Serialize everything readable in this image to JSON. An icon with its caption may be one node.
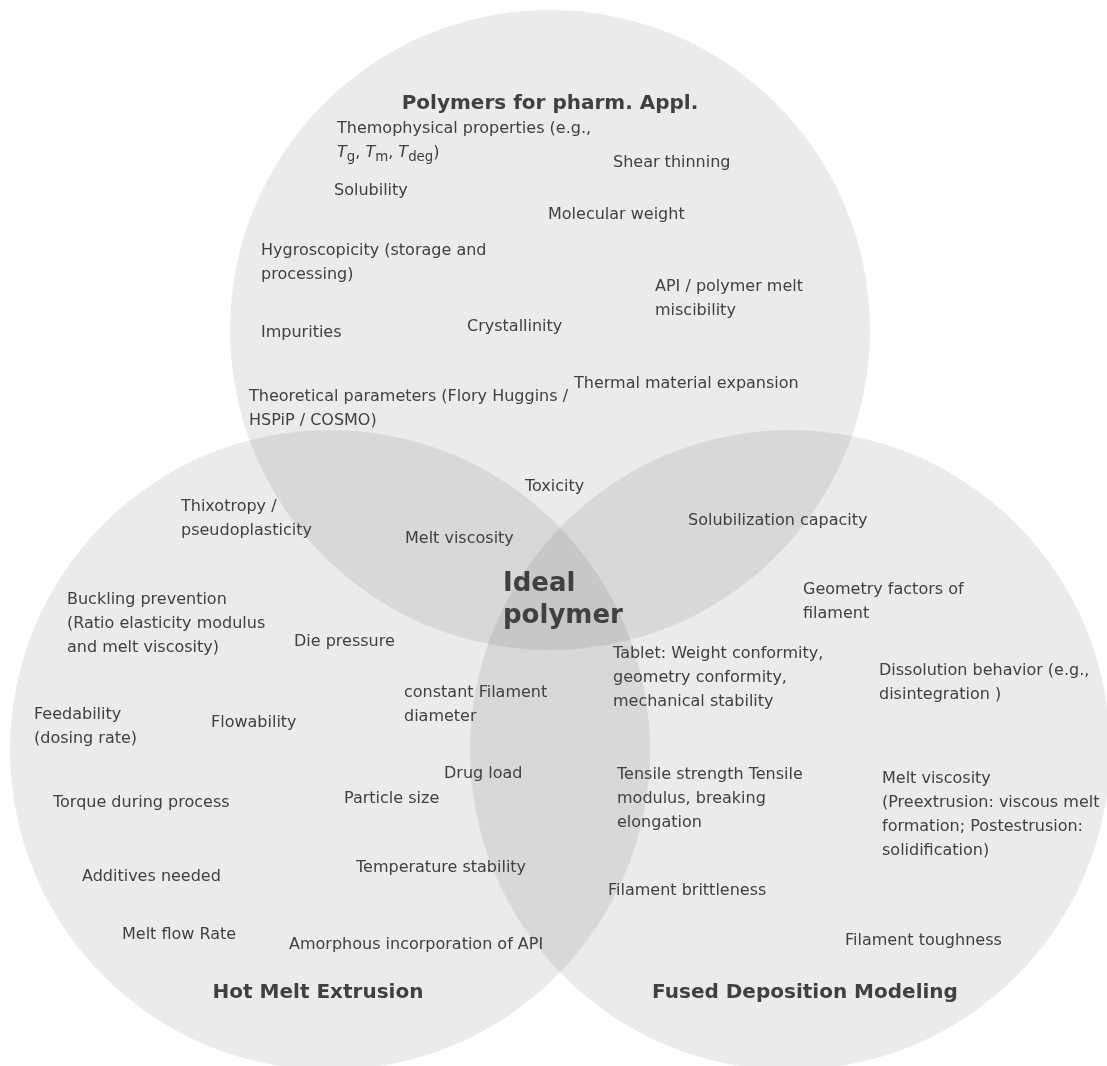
{
  "diagram": {
    "nodes": [
      {
        "text": [
          "Polymers for pharm. Appl."
        ]
      },
      {
        "text": [
          "Hot Melt Extrusion"
        ]
      },
      {
        "text": [
          "Fused Deposition Modeling"
        ]
      }
    ],
    "labels": [
      "Themophysical properties (e.g., *T*$_{g}$, *T*$_{m}$, *T*$_{deg}$)",
      "Shear thinning",
      "Solubility",
      "Molecular weight",
      "Hygroscopicity (storage and processing)",
      "API / polymer melt miscibility",
      "Impurities",
      "Crystallinity",
      "Thermal material expansion",
      "Theoretical parameters (Flory Huggins / HSPiP / COSMO)",
      "Toxicity",
      "Thixotropy / pseudoplasticity",
      "Solubilization capacity",
      "Melt viscosity",
      "Ideal polymer",
      "Geometry factors of filament",
      "Buckling prevention (Ratio elasticity modulus and melt viscosity)",
      "Die pressure",
      "Tablet: Weight conformity, geometry conformity, mechanical stability",
      "Dissolution behavior (e.g., disintegration )",
      "constant Filament diameter",
      "Feedability (dosing rate)",
      "Flowability",
      "Drug load",
      "Tensile strength Tensile modulus, breaking elongation",
      "Melt viscosity (Preextrusion: viscous melt formation; Postestrusion: solidification)",
      "Torque during process",
      "Particle size",
      "Temperature stability",
      "Additives needed",
      "Filament brittleness",
      "Melt flow Rate",
      "Amorphous incorporation of API",
      "Filament toughness"
    ]
  }
}
